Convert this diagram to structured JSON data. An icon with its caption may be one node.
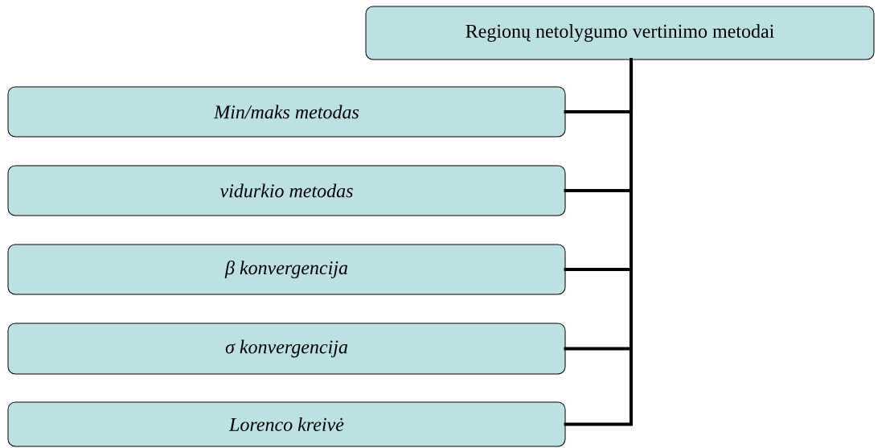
{
  "diagram": {
    "nodes": [
      {
        "text": [
          "Regionų netolygumo vertinimo metodai"
        ]
      },
      {
        "text": [
          "Min/maks metodas"
        ]
      },
      {
        "text": [
          "vidurkio metodas"
        ]
      },
      {
        "text": [
          "β konvergencija"
        ]
      },
      {
        "text": [
          "σ konvergencija"
        ]
      },
      {
        "text": [
          "Lorenco kreivė"
        ]
      }
    ],
    "edges": [
      {
        "from": 0,
        "to": 1,
        "arrow": "none"
      },
      {
        "from": 0,
        "to": 2,
        "arrow": "none"
      },
      {
        "from": 0,
        "to": 3,
        "arrow": "none"
      },
      {
        "from": 0,
        "to": 4,
        "arrow": "none"
      },
      {
        "from": 0,
        "to": 5,
        "arrow": "none"
      }
    ]
  }
}
